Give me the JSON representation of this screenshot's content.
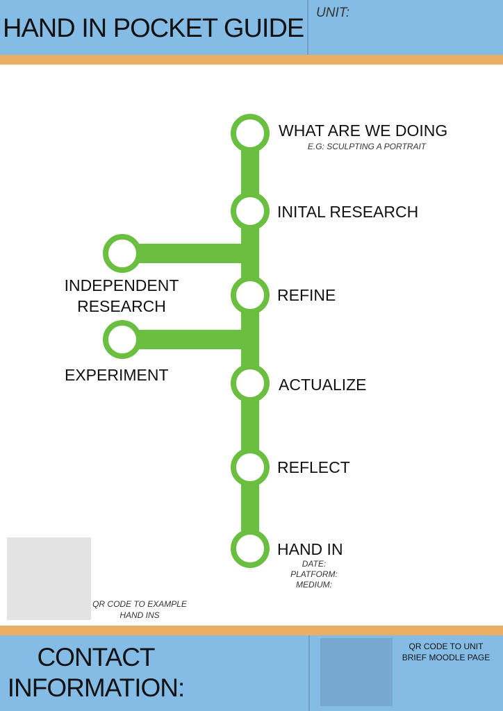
{
  "header": {
    "title": "HAND IN POCKET GUIDE",
    "unit_label": "UNIT:"
  },
  "colors": {
    "blue": "#85bce6",
    "orange": "#e9ad64",
    "green": "#6abf40"
  },
  "steps": [
    {
      "label": "WHAT ARE WE DOING",
      "sub": "E.G: SCULPTING A PORTRAIT"
    },
    {
      "label": "INITAL RESEARCH"
    },
    {
      "label": "REFINE"
    },
    {
      "label": "ACTUALIZE"
    },
    {
      "label": "REFLECT"
    },
    {
      "label": "HAND IN",
      "details": [
        "DATE:",
        "PLATFORM:",
        "MEDIUM:"
      ]
    }
  ],
  "branches": [
    {
      "label_line1": "INDEPENDENT",
      "label_line2": "RESEARCH"
    },
    {
      "label": "EXPERIMENT"
    }
  ],
  "qr_left": {
    "caption_line1": "QR CODE TO EXAMPLE",
    "caption_line2": "HAND INS"
  },
  "footer": {
    "contact_line1": "CONTACT",
    "contact_line2": "INFORMATION:",
    "qr_caption_line1": "QR CODE TO UNIT",
    "qr_caption_line2": "BRIEF MOODLE PAGE"
  }
}
